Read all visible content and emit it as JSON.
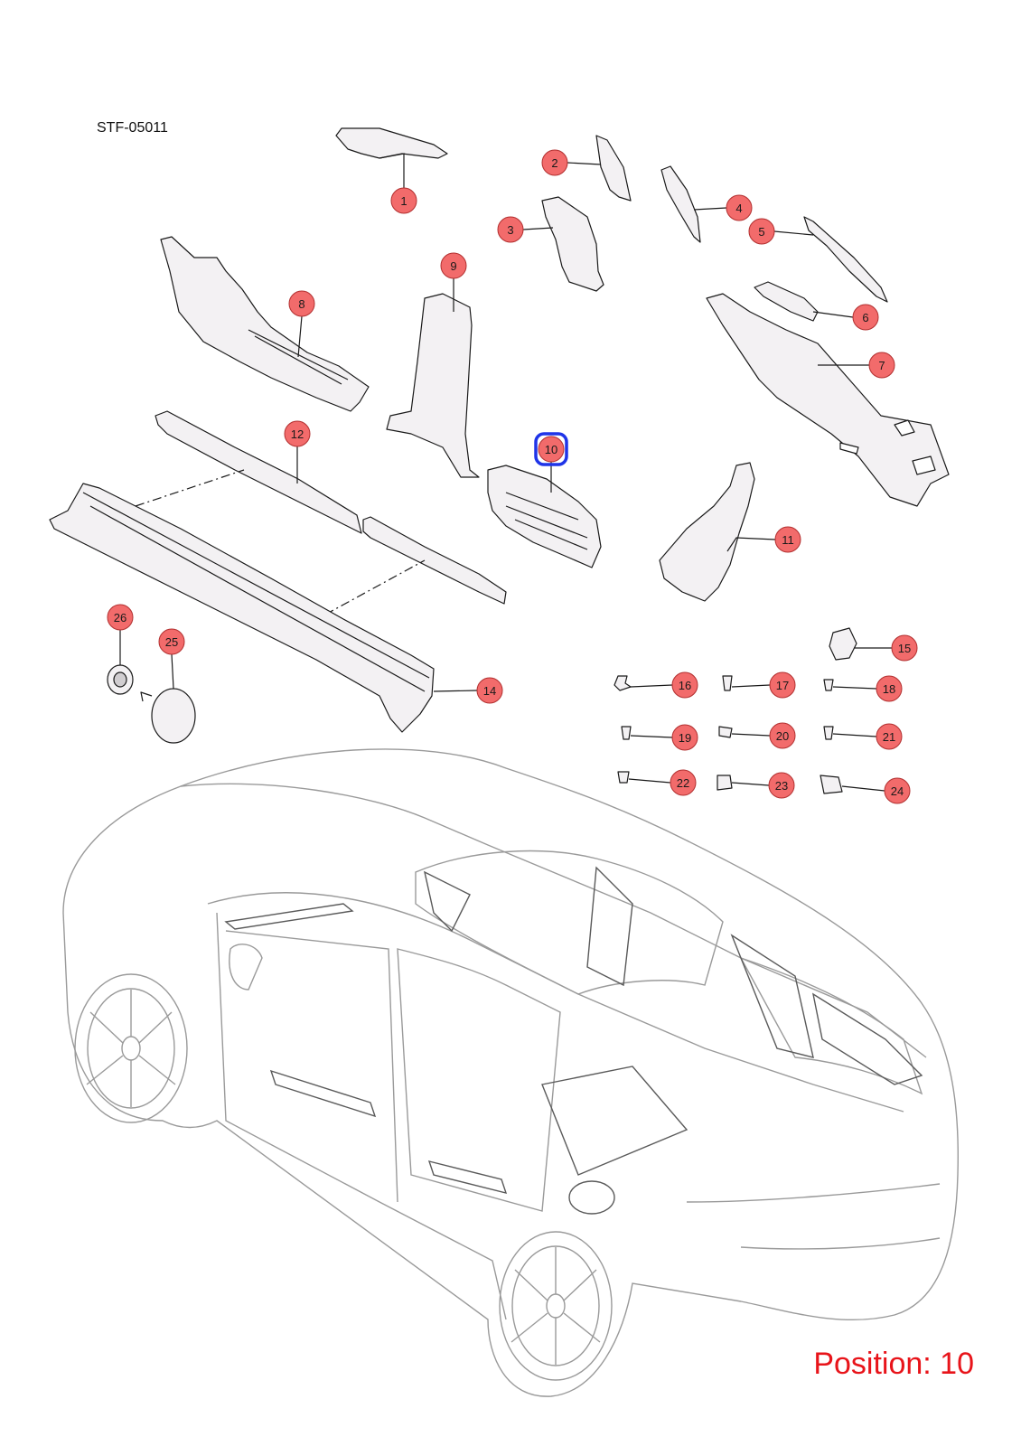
{
  "drawing_code": "STF-05011",
  "position_label": "Position: 10",
  "selected_position": "10",
  "colors": {
    "callout_fill": "#f26b6b",
    "callout_stroke": "#b23030",
    "selected_stroke": "#1f34e8",
    "part_fill": "#f3f1f3",
    "part_stroke": "#1a1a1a",
    "car_stroke": "#9a9a9a",
    "position_text": "#e8141a"
  },
  "callouts": [
    {
      "number": "1"
    },
    {
      "number": "2"
    },
    {
      "number": "3"
    },
    {
      "number": "4"
    },
    {
      "number": "5"
    },
    {
      "number": "6"
    },
    {
      "number": "7"
    },
    {
      "number": "8"
    },
    {
      "number": "9"
    },
    {
      "number": "10"
    },
    {
      "number": "11"
    },
    {
      "number": "12"
    },
    {
      "number": "14"
    },
    {
      "number": "15"
    },
    {
      "number": "16"
    },
    {
      "number": "17"
    },
    {
      "number": "18"
    },
    {
      "number": "19"
    },
    {
      "number": "20"
    },
    {
      "number": "21"
    },
    {
      "number": "22"
    },
    {
      "number": "23"
    },
    {
      "number": "24"
    },
    {
      "number": "25"
    },
    {
      "number": "26"
    }
  ]
}
